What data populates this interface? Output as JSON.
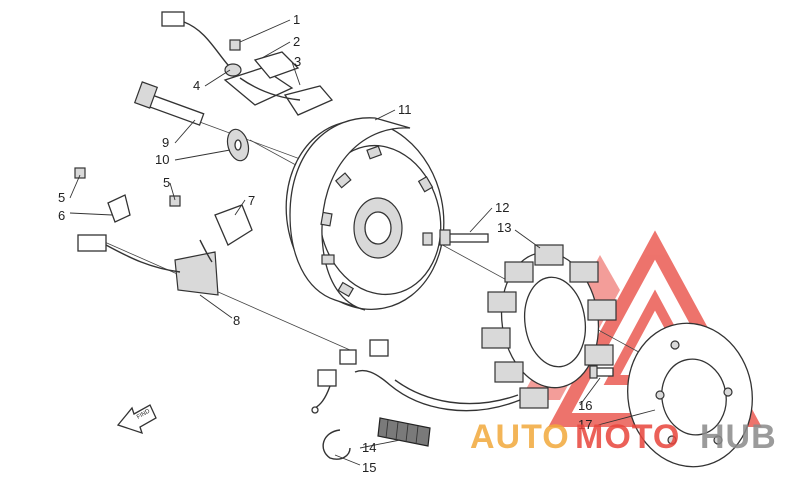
{
  "watermark": {
    "part1": "AUTO",
    "part2": "MOTO",
    "part3": "HUB",
    "color_orange": "#f2a93b",
    "color_red": "#e8453c",
    "color_gray": "#8a8a8a"
  },
  "find_label": "FIND",
  "callouts": [
    {
      "id": "c1",
      "label": "1"
    },
    {
      "id": "c2",
      "label": "2"
    },
    {
      "id": "c3",
      "label": "3"
    },
    {
      "id": "c4",
      "label": "4"
    },
    {
      "id": "c5a",
      "label": "5"
    },
    {
      "id": "c5b",
      "label": "5"
    },
    {
      "id": "c6",
      "label": "6"
    },
    {
      "id": "c7",
      "label": "7"
    },
    {
      "id": "c8",
      "label": "8"
    },
    {
      "id": "c9",
      "label": "9"
    },
    {
      "id": "c10",
      "label": "10"
    },
    {
      "id": "c11",
      "label": "11"
    },
    {
      "id": "c12",
      "label": "12"
    },
    {
      "id": "c13",
      "label": "13"
    },
    {
      "id": "c14",
      "label": "14"
    },
    {
      "id": "c15",
      "label": "15"
    },
    {
      "id": "c16",
      "label": "16"
    },
    {
      "id": "c17",
      "label": "17"
    }
  ]
}
